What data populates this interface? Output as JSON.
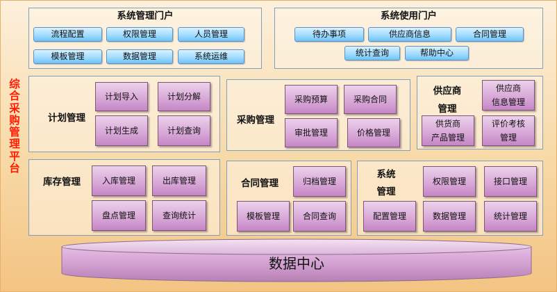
{
  "platform_title": "综合采购管理平台",
  "portals": {
    "admin": {
      "title": "系统管理门户",
      "items": [
        "流程配置",
        "权限管理",
        "人员管理",
        "模板管理",
        "数据管理",
        "系统运维"
      ]
    },
    "user": {
      "title": "系统使用门户",
      "items": [
        "待办事项",
        "供应商信息",
        "合同管理",
        "统计查询",
        "帮助中心"
      ]
    }
  },
  "modules": {
    "plan": {
      "title": "计划管理",
      "items": [
        "计划导入",
        "计划分解",
        "计划生成",
        "计划查询"
      ]
    },
    "purchase": {
      "title": "采购管理",
      "items": [
        "采购预算",
        "采购合同",
        "审批管理",
        "价格管理"
      ]
    },
    "supplier": {
      "title_line1": "供应商",
      "title_line2": "管理",
      "items": [
        [
          "供应商",
          "信息管理"
        ],
        [
          "供货商",
          "产品管理"
        ],
        [
          "评价考核",
          "管理"
        ]
      ]
    },
    "inventory": {
      "title": "库存管理",
      "items": [
        "入库管理",
        "出库管理",
        "盘点管理",
        "查询统计"
      ]
    },
    "contract": {
      "title": "合同管理",
      "items": [
        "归档管理",
        "模板管理",
        "合同查询"
      ]
    },
    "system": {
      "title_line1": "系统",
      "title_line2": "管理",
      "items": [
        "权限管理",
        "接口管理",
        "配置管理",
        "数据管理",
        "统计管理"
      ]
    }
  },
  "data_center": {
    "label": "数据中心"
  },
  "colors": {
    "side_label": "#ff1a00",
    "blue_box": "#a3dcff",
    "pink_box": "#d7a6d6",
    "background": "#f8d9a6"
  }
}
